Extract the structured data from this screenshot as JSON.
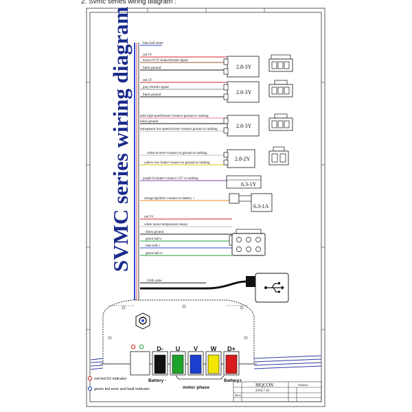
{
  "heading": "2.    Svmc series wiring diagram :",
  "title": "SVMC series wiring diagram",
  "wires": [
    {
      "text": "blue   hall meter",
      "color": "#2b4bd6"
    },
    {
      "text": "red   5V",
      "color": "#d42020"
    },
    {
      "text": "brown   0-5V brake/throttle signal",
      "color": "#8b5a2b"
    },
    {
      "text": "black   ground",
      "color": "#111111"
    },
    {
      "text": "red   5V",
      "color": "#d42020"
    },
    {
      "text": "gray   throttle signal",
      "color": "#8a8a8a"
    },
    {
      "text": "black   ground",
      "color": "#111111"
    },
    {
      "text": "pink   high speed/boost=connect ground or nothing",
      "color": "#e87aa8"
    },
    {
      "text": "black   ground",
      "color": "#111111"
    },
    {
      "text": "transparent   low speed/cruise=connect  ground  or nothing",
      "color": "#b8b8b8"
    },
    {
      "text": "white   reverse=connect to ground or nothing",
      "color": "#bdbdbd"
    },
    {
      "text": "yellow  low brake=connect to ground or nothing",
      "color": "#d8c400"
    },
    {
      "text": "purple   hi-brake=connect  12V  or  nothing",
      "color": "#8a3fb0"
    },
    {
      "text": "orange  Ignition=connect to battery +",
      "color": "#f08a1c"
    },
    {
      "text": "red   5V",
      "color": "#d42020"
    },
    {
      "text": "white  motor temperature sensor",
      "color": "#bdbdbd"
    },
    {
      "text": "black   ground",
      "color": "#111111"
    },
    {
      "text": "green   hall  u",
      "color": "#1e9e3a"
    },
    {
      "text": "blue   hall  v",
      "color": "#2b4bd6"
    },
    {
      "text": "green   hall  w",
      "color": "#1e9e3a"
    },
    {
      "text": "USB  cable",
      "color": "#111111"
    }
  ],
  "connectors": [
    "2.8-3Y",
    "2.8-3Y",
    "2.8-3Y",
    "2.8-2Y",
    "6.3-1Y",
    "6.3-1A"
  ],
  "terminals": [
    "D-",
    "U",
    "V",
    "W",
    "D+"
  ],
  "terminal_colors": [
    "#111111",
    "#1ea32a",
    "#1a3fd0",
    "#f2e600",
    "#d81b1b"
  ],
  "battery_minus": "Battery -",
  "battery_plus": "Battery+",
  "motor_phase": "motor phase",
  "legend": [
    {
      "text": "red led   5V indicator",
      "color": "#d42020"
    },
    {
      "text": "green led   error and fault  indicator",
      "color": "#1a3fd0"
    }
  ],
  "title_block": {
    "company": "MQCON",
    "date": "2016.7.16",
    "sheet_label": "Sheet",
    "note": "Numbers"
  }
}
